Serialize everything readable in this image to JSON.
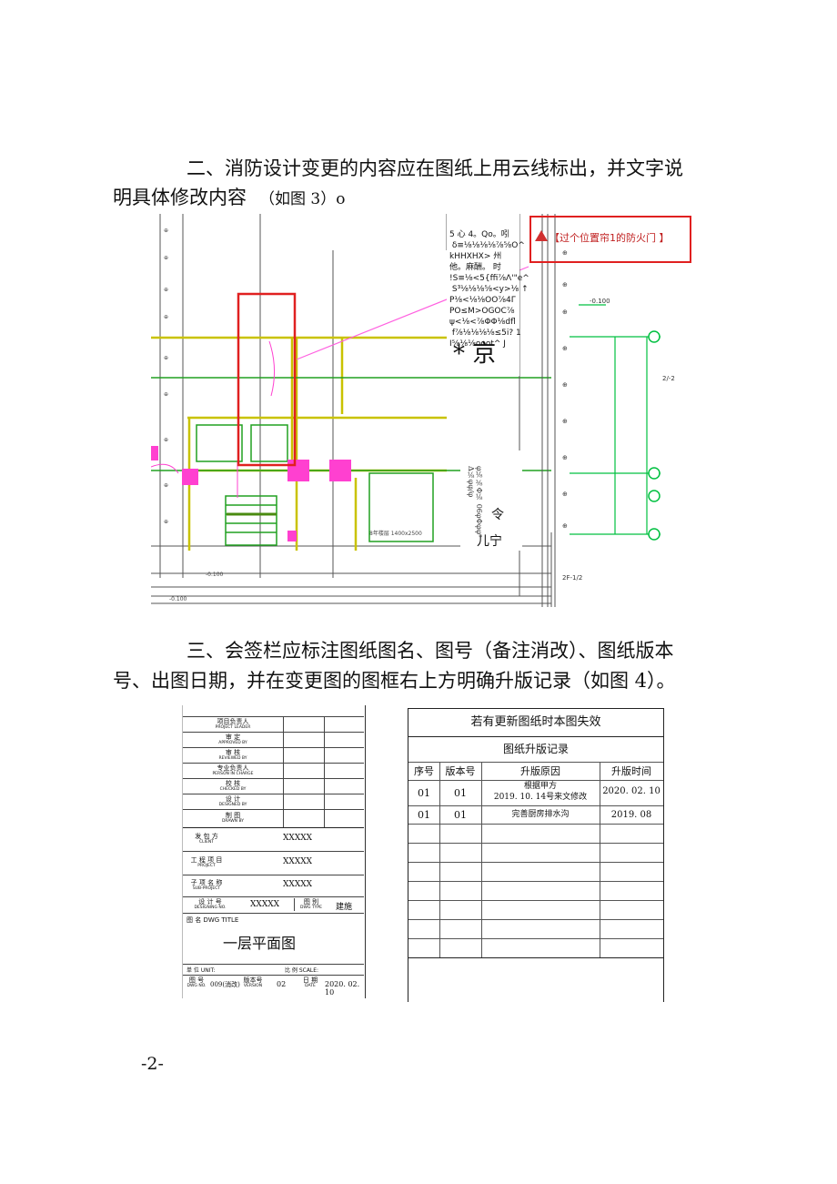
{
  "text": {
    "para1_line1": "二、消防设计变更的内容应在图纸上用云线标出，并文字说",
    "para1_line2": "明具体修改内容",
    "para1_ref": "（如图 3）o",
    "para2_line1": "三、会签栏应标注图纸图名、图号（备注消改）、图纸版本",
    "para2_line2": "号、出图日期，并在变更图的图框右上方明确升版记录（如图 4）。",
    "page_number": "-2-"
  },
  "figure3": {
    "ocr_block": "5 心 4。Qo。吲\n δ≡⅛⅛⅛⅛⅞⅝O^\nkHHXHX> 州\n他。麻酬。 时\n!S≡⅛<5{ffi⅞Λ'\"e^\n S³⅛⅛⅛⅝<y>⅛ ↑\nP⅛<⅛⅛OO⅞4Γ\nPO≤M>OGOC⅞\nψ<⅛<⅞ΦΦ⅛dfl\n f⅞⅛⅛⅛⅛≤5i? 1\nI⅝⅛⅛ooot^ J",
    "ocr_star": "* 京",
    "ocr_vertical": "φ⅛⅜Φ⅛ 06φΦφφ⁰ Δ⅛φφ/φ",
    "ocr_ling": "令",
    "ocr_er": "儿宁",
    "annotation": "【过个位置帘1的防火门 】"
  },
  "signoff": {
    "rows": [
      {
        "cn": "项目负责人",
        "en": "PROJECT LEADER"
      },
      {
        "cn": "审 定",
        "en": "APPROVED BY"
      },
      {
        "cn": "审 核",
        "en": "REVIEWED BY"
      },
      {
        "cn": "专业负责人",
        "en": "PERSON IN CHARGE"
      },
      {
        "cn": "校 核",
        "en": "CHECKED BY"
      },
      {
        "cn": "设 计",
        "en": "DESIGNED BY"
      },
      {
        "cn": "制 图",
        "en": "DRAWN BY"
      }
    ],
    "client_cn": "发 包 方",
    "client_en": "CLIENT",
    "client_val": "XXXXX",
    "project_cn": "工 程 项 目",
    "project_en": "PROJECT",
    "project_val": "XXXXX",
    "sub_cn": "子 项 名 称",
    "sub_en": "SUB-PROJECT",
    "sub_val": "XXXXX",
    "designno_cn": "设 计 号",
    "designno_en": "DESIGNING NO.",
    "designno_val": "XXXXX",
    "type_cn": "图 别",
    "type_en": "DWG TYPE",
    "type_val": "建施",
    "title_label": "图 名 DWG TITLE",
    "title_val": "一层平面图",
    "unit_label": "单 位 UNIT:",
    "scale_label": "比 例 SCALE:",
    "dwgno_cn": "图 号",
    "dwgno_en": "DWG NO.",
    "dwgno_val": "009(消改)",
    "version_cn": "版本号",
    "version_en": "VERSION",
    "version_val": "02",
    "date_cn": "日 期",
    "date_en": "DATE",
    "date_val": "2020. 02. 10"
  },
  "revision": {
    "notice": "若有更新图纸时本图失效",
    "title": "图纸升版记录",
    "headers": [
      "序号",
      "版本号",
      "升版原因",
      "升版时间"
    ],
    "rows": [
      {
        "no": "01",
        "ver": "01",
        "reason1": "根据甲方",
        "reason2": "2019. 10. 14号来文修改",
        "time": "2020. 02. 10"
      },
      {
        "no": "01",
        "ver": "01",
        "reason1": "完善厨房排水沟",
        "reason2": "",
        "time": "2019. 08"
      }
    ]
  }
}
